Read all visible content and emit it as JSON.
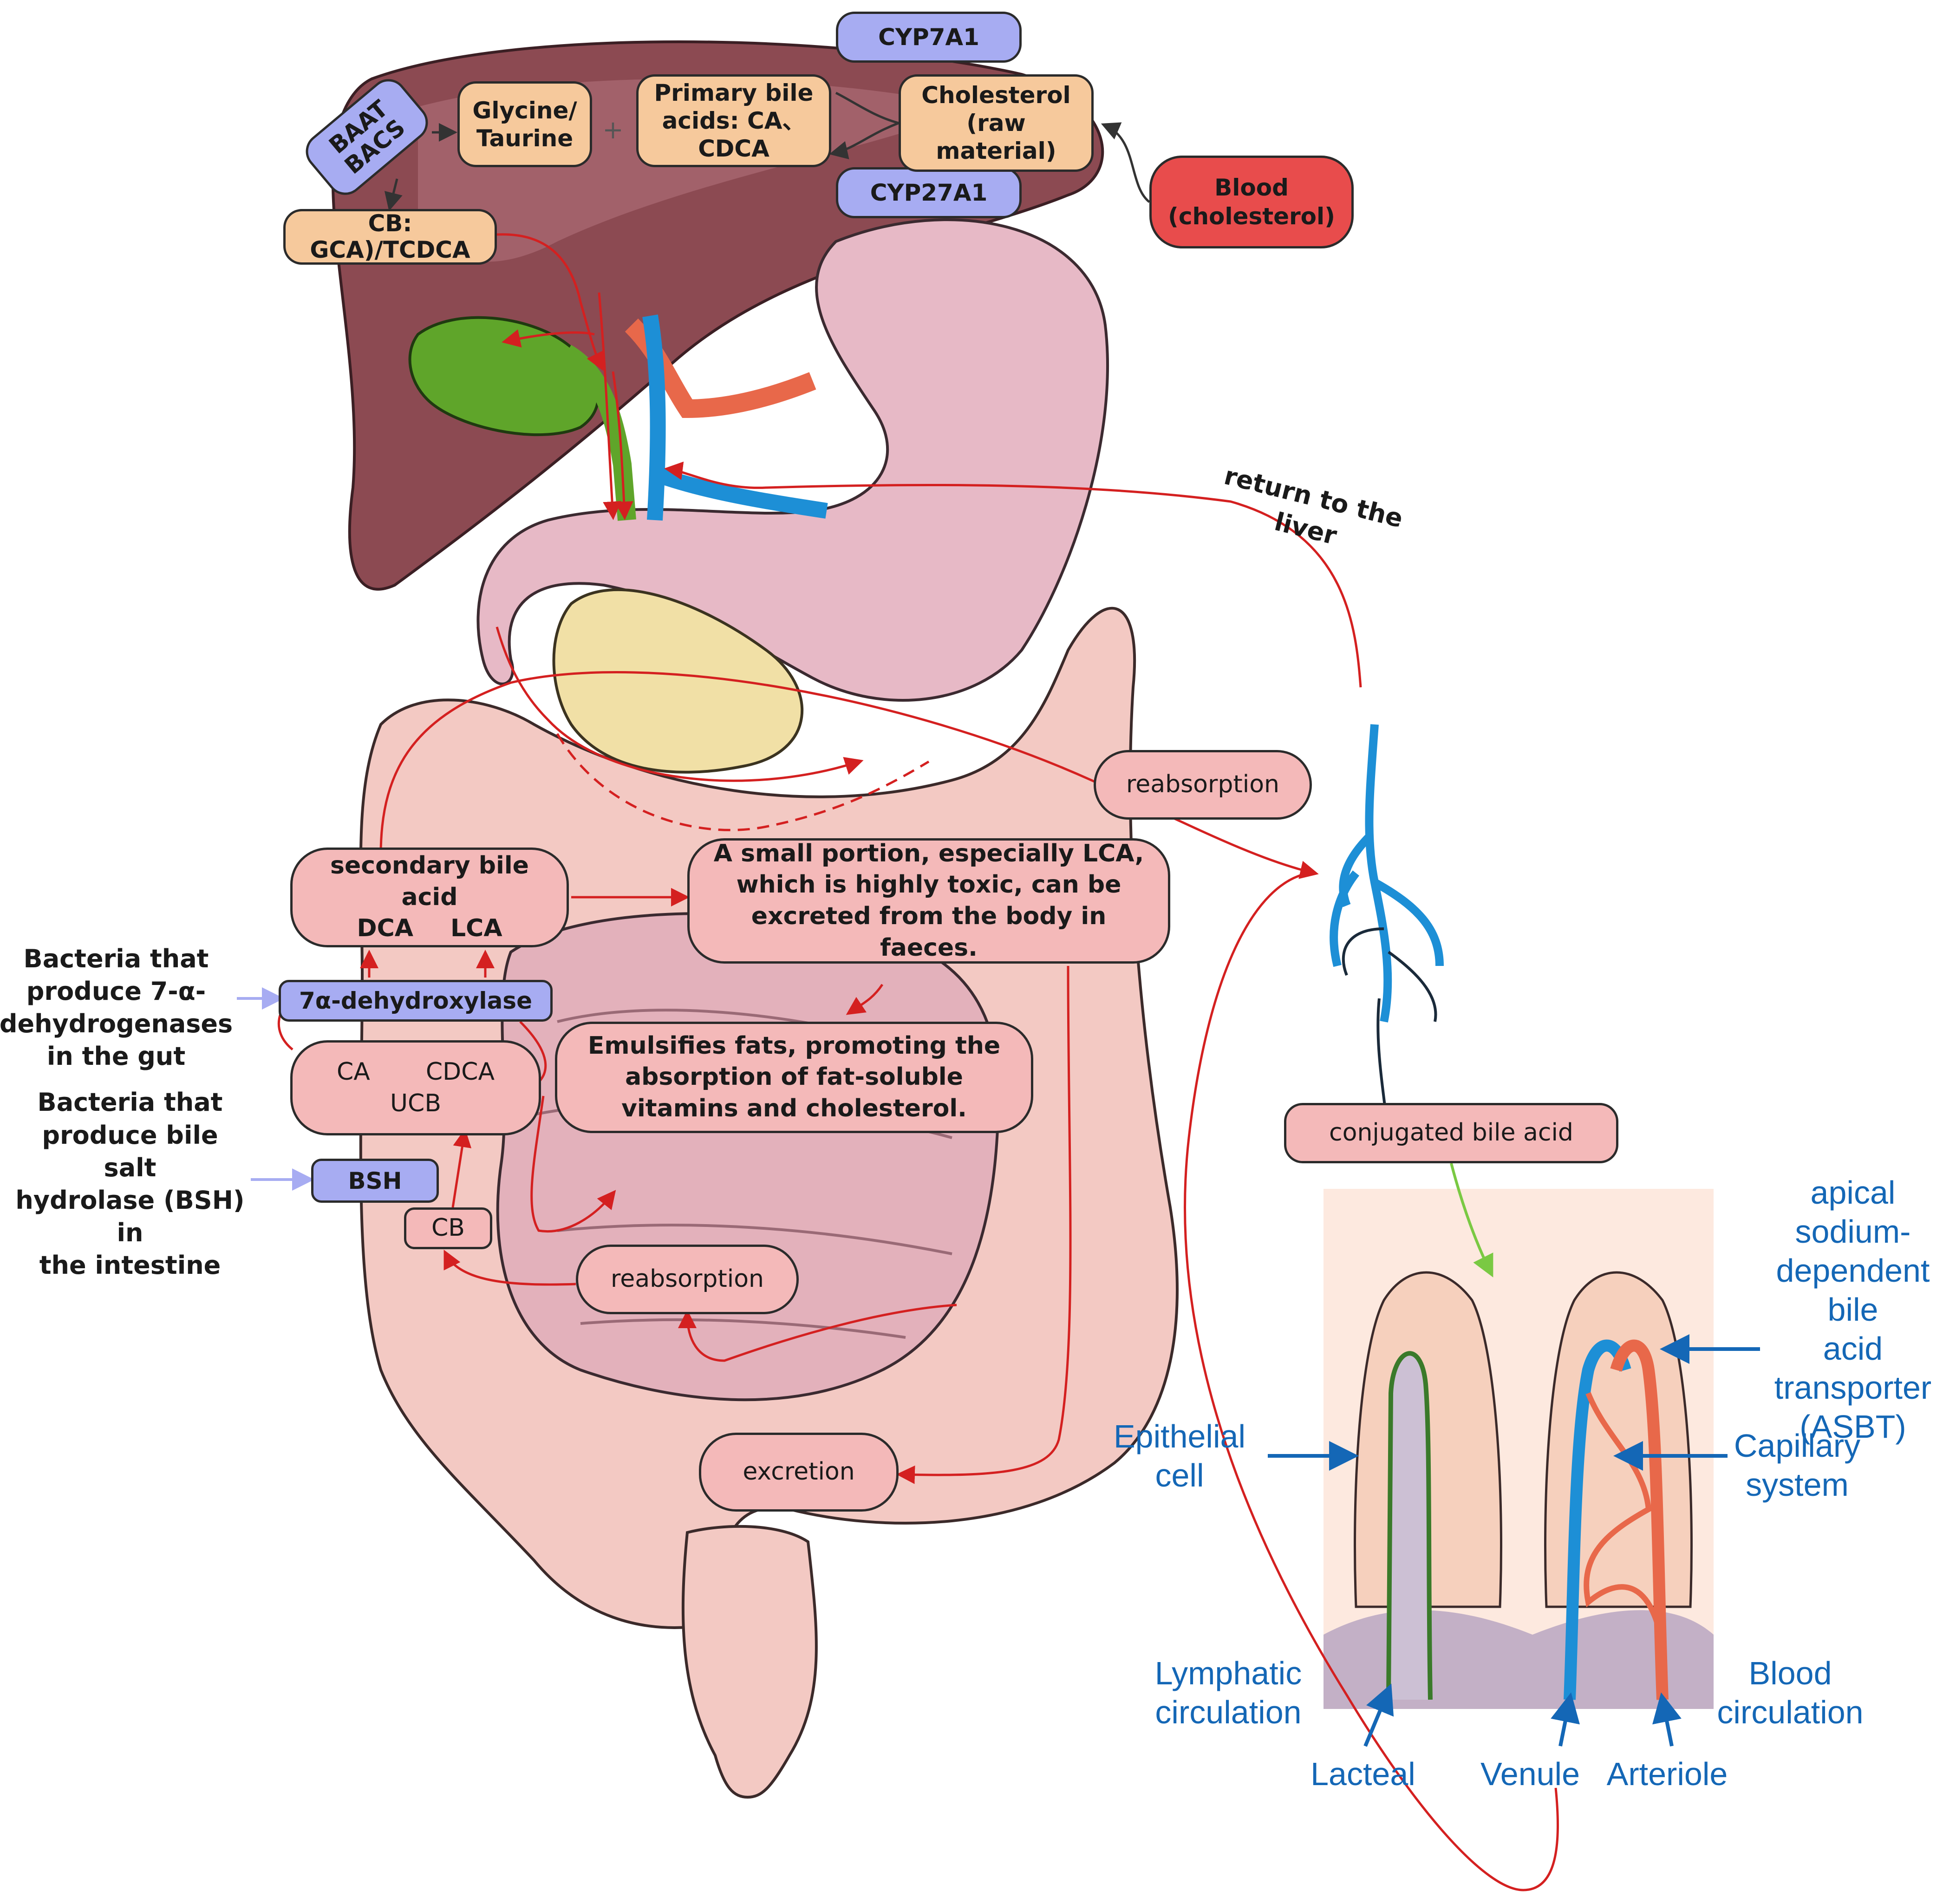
{
  "liver_pathway": {
    "cyp7a1": "CYP7A1",
    "cyp27a1": "CYP27A1",
    "baat": "BAAT",
    "bacs": "BACS",
    "glycine_taurine": [
      "Glycine/",
      "Taurine"
    ],
    "plus": "+",
    "primary_bile_acids": [
      "Primary bile",
      "acids: CA、",
      "CDCA"
    ],
    "cholesterol": [
      "Cholesterol",
      "(raw",
      "material)"
    ],
    "blood_cholesterol": [
      "Blood",
      "(cholesterol)"
    ],
    "cb_conjugated": [
      "CB:",
      "GCA)/TCDCA"
    ]
  },
  "gut_pathway": {
    "return_to_liver": "return to the liver",
    "reabsorption_upper": "reabsorption",
    "secondary_bile_acid": [
      "secondary bile",
      "acid"
    ],
    "dca": "DCA",
    "lca": "LCA",
    "lca_excretion_note": [
      "A small portion, especially LCA,",
      "which is highly toxic, can be",
      "excreted from the body in",
      "faeces."
    ],
    "bacteria_7a": [
      "Bacteria that",
      "produce 7-α-",
      "dehydrogenases",
      "in the gut"
    ],
    "dehydroxylase": "7α-dehydroxylase",
    "ca": "CA",
    "cdca": "CDCA",
    "ucb": "UCB",
    "emulsifies": [
      "Emulsifies fats, promoting the",
      "absorption of fat-soluble",
      "vitamins and cholesterol."
    ],
    "bacteria_bsh": [
      "Bacteria that",
      "produce bile salt",
      "hydrolase (BSH) in",
      "the intestine"
    ],
    "bsh": "BSH",
    "cb": "CB",
    "reabsorption_lower": "reabsorption",
    "excretion": "excretion"
  },
  "villus_inset": {
    "conjugated_bile_acid": "conjugated bile acid",
    "asbt": [
      "apical sodium-",
      "dependent bile",
      "acid transporter",
      "(ASBT)"
    ],
    "epithelial_cell": "Epithelial cell",
    "capillary_system": [
      "Capillary",
      "system"
    ],
    "lymphatic_circulation": [
      "Lymphatic",
      "circulation"
    ],
    "blood_circulation": [
      "Blood",
      "circulation"
    ],
    "lacteal": "Lacteal",
    "venule": "Venule",
    "arteriole": "Arteriole"
  },
  "colors": {
    "arrow_red": "#d42020",
    "peach": "#f6c99c",
    "violet": "#a7acf2",
    "pink_box": "#f4b9b9",
    "blood_box": "#e84c4c",
    "label_blue": "#1467b6",
    "liver": "#8c4a52",
    "gallbladder": "#5fa52a",
    "intestine": "#f3c9c3",
    "stomach": "#e7b9c6"
  }
}
